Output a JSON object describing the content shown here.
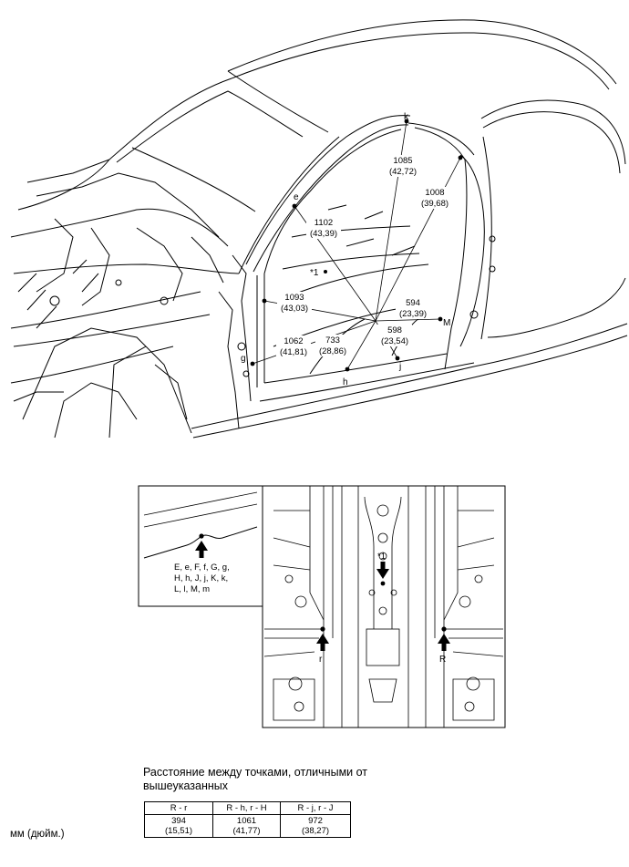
{
  "main_view": {
    "point_labels": [
      "k",
      "e",
      "g",
      "h",
      "j",
      "M"
    ],
    "marker": "*1",
    "measurements": [
      {
        "mm": "1085",
        "inch": "(42,72)"
      },
      {
        "mm": "1008",
        "inch": "(39,68)"
      },
      {
        "mm": "1102",
        "inch": "(43,39)"
      },
      {
        "mm": "1093",
        "inch": "(43,03)"
      },
      {
        "mm": "594",
        "inch": "(23,39)"
      },
      {
        "mm": "598",
        "inch": "(23,54)"
      },
      {
        "mm": "1062",
        "inch": "(41,81)"
      },
      {
        "mm": "733",
        "inch": "(28,86)"
      }
    ]
  },
  "detail_inset": {
    "point_list": [
      "E, e, F, f, G, g,",
      "H, h, J, j, K, k,",
      "L, l, M, m"
    ]
  },
  "floor_view": {
    "marker": "*1",
    "left_point": "r",
    "right_point": "R"
  },
  "table": {
    "caption_line1": "Расстояние между точками, отличными от",
    "caption_line2": "вышеуказанных",
    "headers": [
      "R - r",
      "R - h, r - H",
      "R - j, r - J"
    ],
    "mm": [
      "394",
      "1061",
      "972"
    ],
    "inch": [
      "(15,51)",
      "(41,77)",
      "(38,27)"
    ]
  },
  "units": "мм (дюйм.)"
}
